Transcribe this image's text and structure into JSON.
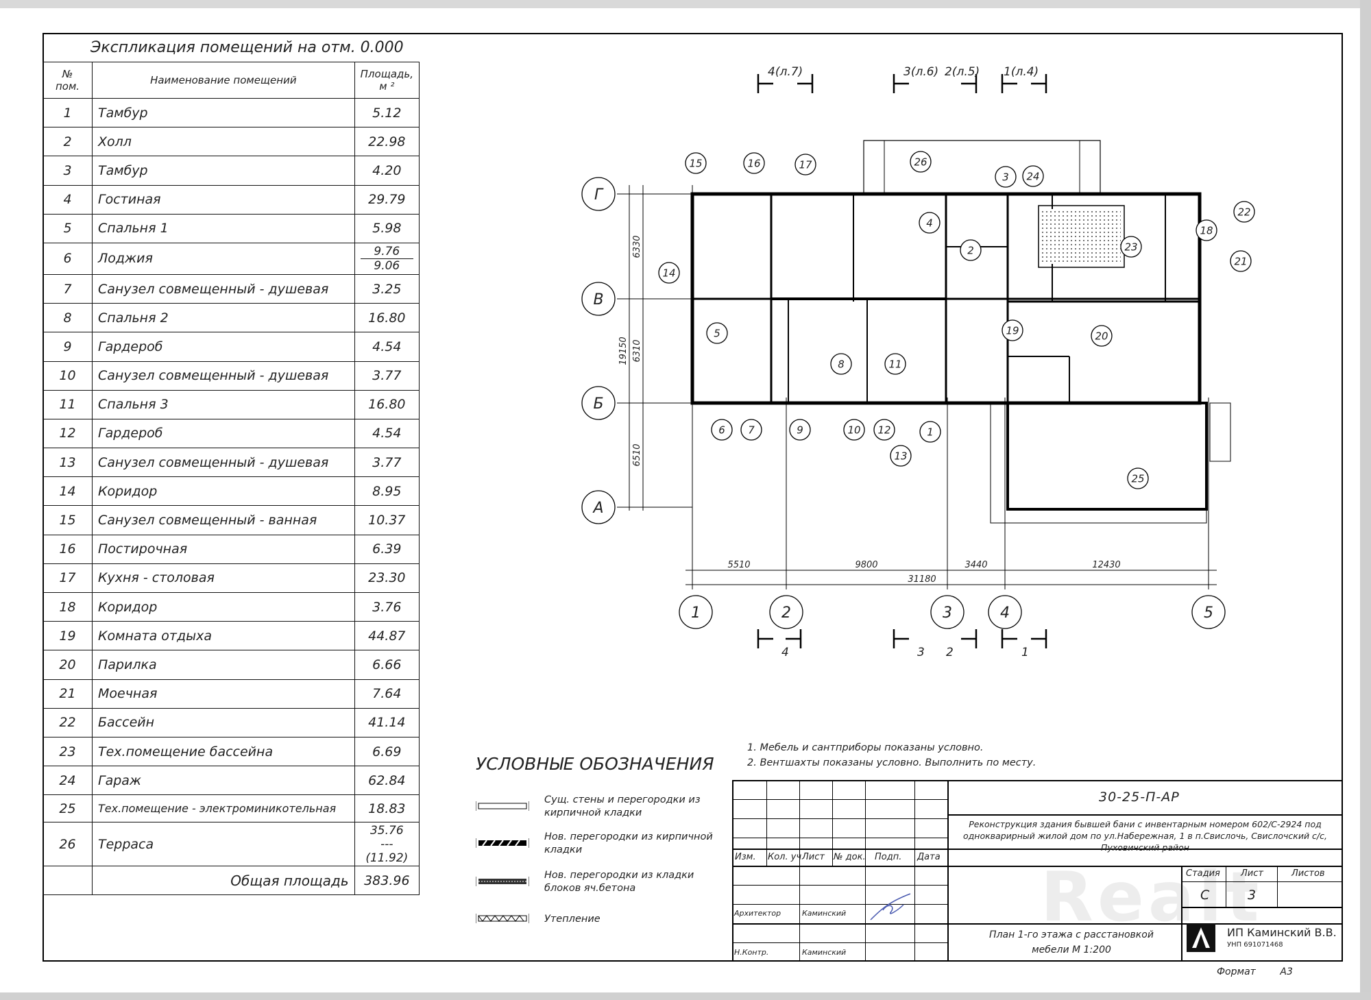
{
  "explication": {
    "title": "Экспликация помещений на отм. 0.000",
    "headers": {
      "num": "№ пом.",
      "name": "Наименование помещений",
      "area": "Площадь, м ²"
    },
    "rows": [
      {
        "num": "1",
        "name": "Тамбур",
        "area": "5.12"
      },
      {
        "num": "2",
        "name": "Холл",
        "area": "22.98"
      },
      {
        "num": "3",
        "name": "Тамбур",
        "area": "4.20"
      },
      {
        "num": "4",
        "name": "Гостиная",
        "area": "29.79"
      },
      {
        "num": "5",
        "name": "Спальня 1",
        "area": "5.98"
      },
      {
        "num": "6",
        "name": "Лоджия",
        "area": "9.76",
        "area2": "9.06"
      },
      {
        "num": "7",
        "name": "Санузел совмещенный - душевая",
        "area": "3.25"
      },
      {
        "num": "8",
        "name": "Спальня 2",
        "area": "16.80"
      },
      {
        "num": "9",
        "name": "Гардероб",
        "area": "4.54"
      },
      {
        "num": "10",
        "name": "Санузел совмещенный - душевая",
        "area": "3.77"
      },
      {
        "num": "11",
        "name": "Спальня 3",
        "area": "16.80"
      },
      {
        "num": "12",
        "name": "Гардероб",
        "area": "4.54"
      },
      {
        "num": "13",
        "name": "Санузел совмещенный - душевая",
        "area": "3.77"
      },
      {
        "num": "14",
        "name": "Коридор",
        "area": "8.95"
      },
      {
        "num": "15",
        "name": "Санузел совмещенный - ванная",
        "area": "10.37"
      },
      {
        "num": "16",
        "name": "Постирочная",
        "area": "6.39"
      },
      {
        "num": "17",
        "name": "Кухня - столовая",
        "area": "23.30"
      },
      {
        "num": "18",
        "name": "Коридор",
        "area": "3.76"
      },
      {
        "num": "19",
        "name": "Комната отдыха",
        "area": "44.87"
      },
      {
        "num": "20",
        "name": "Парилка",
        "area": "6.66"
      },
      {
        "num": "21",
        "name": "Моечная",
        "area": "7.64"
      },
      {
        "num": "22",
        "name": "Бассейн",
        "area": "41.14"
      },
      {
        "num": "23",
        "name": "Тех.помещение бассейна",
        "area": "6.69"
      },
      {
        "num": "24",
        "name": "Гараж",
        "area": "62.84"
      },
      {
        "num": "25",
        "name": "Тех.помещение - электроминикотельная",
        "area": "18.83"
      },
      {
        "num": "26",
        "name": "Терраса",
        "area": "35.76",
        "area_dash": "---",
        "area2": "(11.92)"
      }
    ],
    "total_label": "Общая площадь",
    "total_area": "383.96"
  },
  "plan": {
    "grid_rows": [
      "Г",
      "В",
      "Б",
      "А"
    ],
    "grid_cols": [
      "1",
      "2",
      "3",
      "4",
      "5"
    ],
    "dims_bottom": [
      "5510",
      "9800",
      "3440",
      "12430"
    ],
    "dim_total": "31180",
    "dims_left": [
      "6330",
      "6310",
      "6510"
    ],
    "dim_left_total": "19150",
    "section_top": [
      "4(л.7)",
      "3(л.6)",
      "2(л.5)",
      "1(л.4)"
    ],
    "section_bottom": [
      "4",
      "3",
      "2",
      "1"
    ],
    "room_markers": [
      "1",
      "2",
      "3",
      "4",
      "5",
      "6",
      "7",
      "8",
      "9",
      "10",
      "11",
      "12",
      "13",
      "14",
      "15",
      "16",
      "17",
      "18",
      "19",
      "20",
      "21",
      "22",
      "23",
      "24",
      "25",
      "26"
    ]
  },
  "legend": {
    "title": "УСЛОВНЫЕ ОБОЗНАЧЕНИЯ",
    "items": [
      "Сущ. стены и перегородки из кирпичной кладки",
      "Нов. перегородки из кирпичной кладки",
      "Нов. перегородки из кладки блоков яч.бетона",
      "Утепление"
    ]
  },
  "notes": [
    "1. Мебель и сантприборы показаны условно.",
    "2. Вентшахты показаны условно. Выполнить по месту."
  ],
  "title_block": {
    "code": "30-25-П-АР",
    "project": "Реконструкция здания бывшей бани с инвентарным номером 602/С-2924 под однокварирный жилой дом по ул.Набережная, 1 в п.Свислочь, Свислочский с/с, Пуховичский район",
    "cols": [
      "Изм.",
      "Кол. уч",
      "Лист",
      "№ док.",
      "Подп.",
      "Дата"
    ],
    "role_1": "Архитектор",
    "name_1": "Каминский",
    "role_2": "Н.Контр.",
    "name_2": "Каминский",
    "stage_h": "Стадия",
    "sheet_h": "Лист",
    "sheets_h": "Листов",
    "stage": "С",
    "sheet": "3",
    "sheet_title": "План 1-го этажа с расстановкой мебели М 1:200",
    "org": "ИП Каминский В.В.",
    "unp": "УНП 691071468",
    "format_label": "Формат",
    "format": "А3",
    "watermark": "Realt"
  }
}
